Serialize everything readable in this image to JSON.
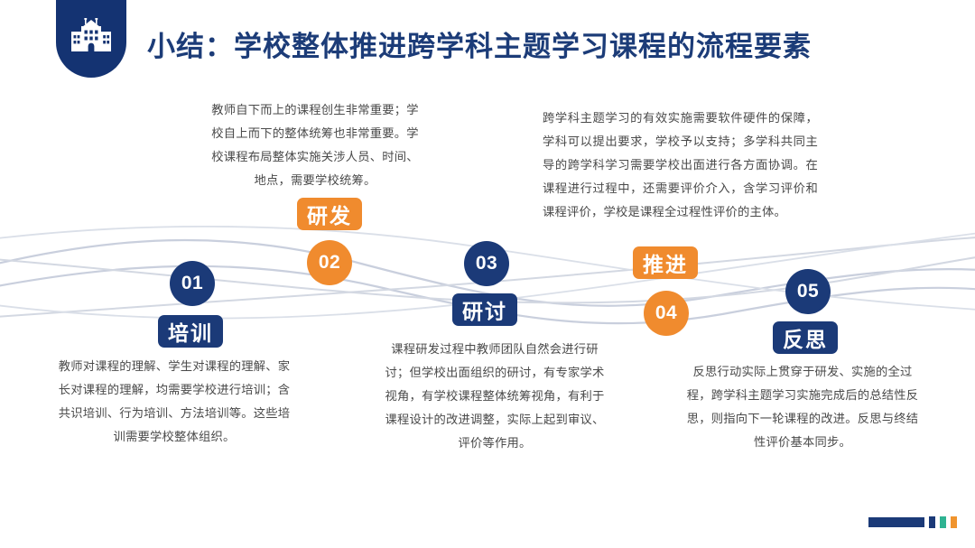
{
  "header": {
    "title": "小结：学校整体推进跨学科主题学习课程的流程要素",
    "icon": "school-building-icon",
    "badge_color": "#143372",
    "title_color": "#1c3c78"
  },
  "theme": {
    "navy": "#1b3a78",
    "orange": "#f08b2e",
    "teal": "#2fb392",
    "text_gray": "#4a4a4a",
    "wave_color": "#c9cfdd",
    "background": "#ffffff"
  },
  "flow": {
    "nodes": [
      {
        "number": "01",
        "label": "培训",
        "color": "navy",
        "order": "circle-above-chip"
      },
      {
        "number": "02",
        "label": "研发",
        "color": "orange",
        "order": "chip-above-circle"
      },
      {
        "number": "03",
        "label": "研讨",
        "color": "navy",
        "order": "circle-above-chip"
      },
      {
        "number": "04",
        "label": "推进",
        "color": "orange",
        "order": "chip-above-circle"
      },
      {
        "number": "05",
        "label": "反思",
        "color": "navy",
        "order": "circle-above-chip"
      }
    ]
  },
  "descriptions": {
    "d01": "教师对课程的理解、学生对课程的理解、家长对课程的理解，均需要学校进行培训；含共识培训、行为培训、方法培训等。这些培训需要学校整体组织。",
    "d02": "教师自下而上的课程创生非常重要；学校自上而下的整体统筹也非常重要。学校课程布局整体实施关涉人员、时间、地点，需要学校统筹。",
    "d03": "课程研发过程中教师团队自然会进行研讨；但学校出面组织的研讨，有专家学术视角，有学校课程整体统筹视角，有利于课程设计的改进调整，实际上起到审议、评价等作用。",
    "d04": "跨学科主题学习的有效实施需要软件硬件的保障，学科可以提出要求，学校予以支持；多学科共同主导的跨学科学习需要学校出面进行各方面协调。在课程进行过程中，还需要评价介入，含学习评价和课程评价，学校是课程全过程性评价的主体。",
    "d05": "反思行动实际上贯穿于研发、实施的全过程，跨学科主题学习实施完成后的总结性反思，则指向下一轮课程的改进。反思与终结性评价基本同步。"
  },
  "footer": {
    "bar_color": "#1b3a78",
    "squares": [
      "#1b3a78",
      "#2fb392",
      "#f0942e"
    ]
  }
}
